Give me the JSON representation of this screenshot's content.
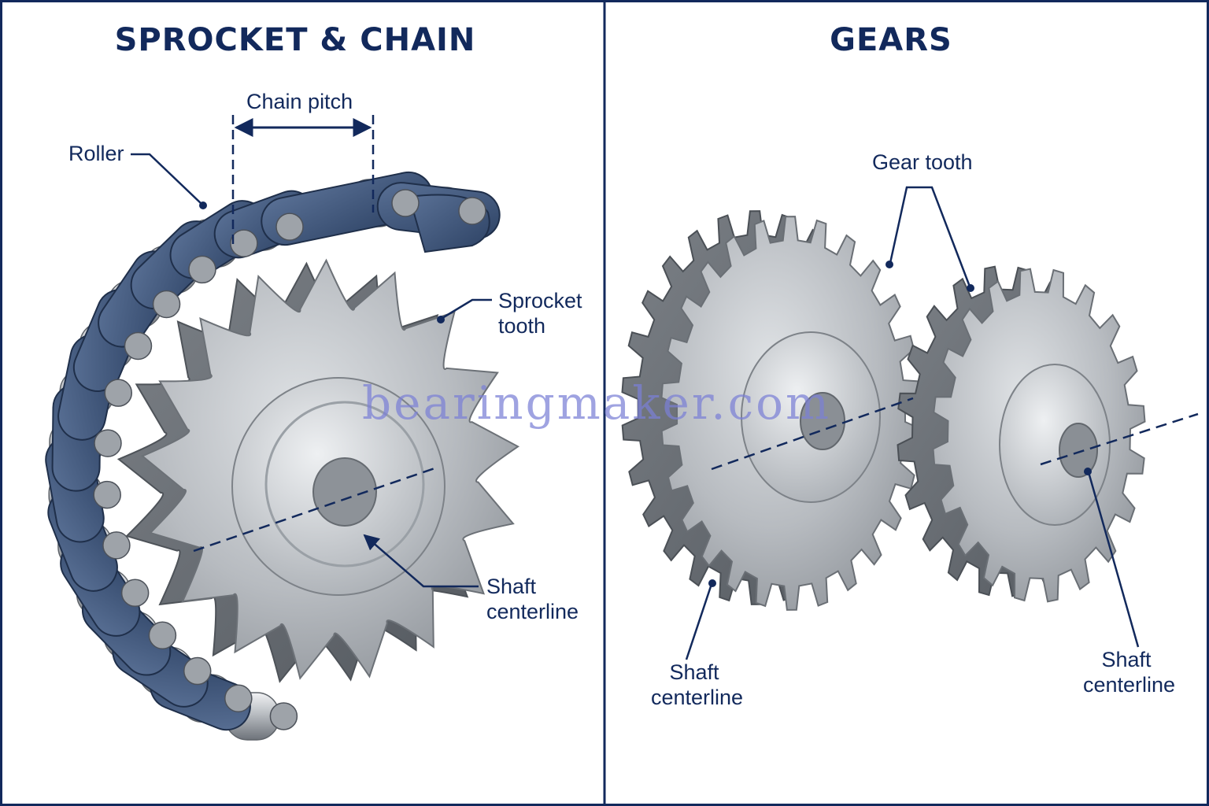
{
  "colors": {
    "navy": "#12295c",
    "chain_steel": "#3c5478",
    "gear_steel": "#a9adb2",
    "watermark": "#7b80d6"
  },
  "left_panel": {
    "title": "SPROCKET & CHAIN",
    "labels": {
      "chain_pitch": "Chain pitch",
      "roller": "Roller",
      "sprocket_tooth": [
        "Sprocket",
        "tooth"
      ],
      "shaft_centerline": [
        "Shaft",
        "centerline"
      ]
    }
  },
  "right_panel": {
    "title": "GEARS",
    "labels": {
      "gear_tooth": "Gear tooth",
      "shaft_centerline_left": [
        "Shaft",
        "centerline"
      ],
      "shaft_centerline_right": [
        "Shaft",
        "centerline"
      ]
    }
  },
  "watermark": "bearingmaker.com"
}
